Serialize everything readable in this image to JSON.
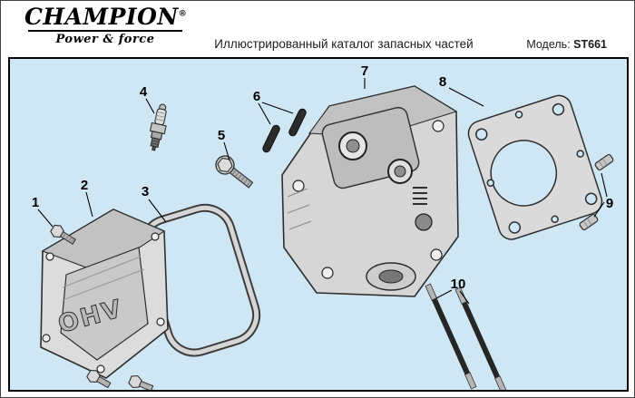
{
  "header": {
    "brand": "CHAMPION",
    "brand_mark": "®",
    "tagline": "Power & force",
    "catalog_title": "Иллюстрированный каталог запасных частей",
    "model": {
      "label": "Модель:",
      "value": "ST661"
    }
  },
  "diagram": {
    "background_color": "#cfe7f5",
    "cover_text": "OHV",
    "callouts": [
      {
        "number": "1"
      },
      {
        "number": "2"
      },
      {
        "number": "3"
      },
      {
        "number": "4"
      },
      {
        "number": "5"
      },
      {
        "number": "6"
      },
      {
        "number": "7"
      },
      {
        "number": "8"
      },
      {
        "number": "9"
      },
      {
        "number": "10"
      }
    ]
  }
}
